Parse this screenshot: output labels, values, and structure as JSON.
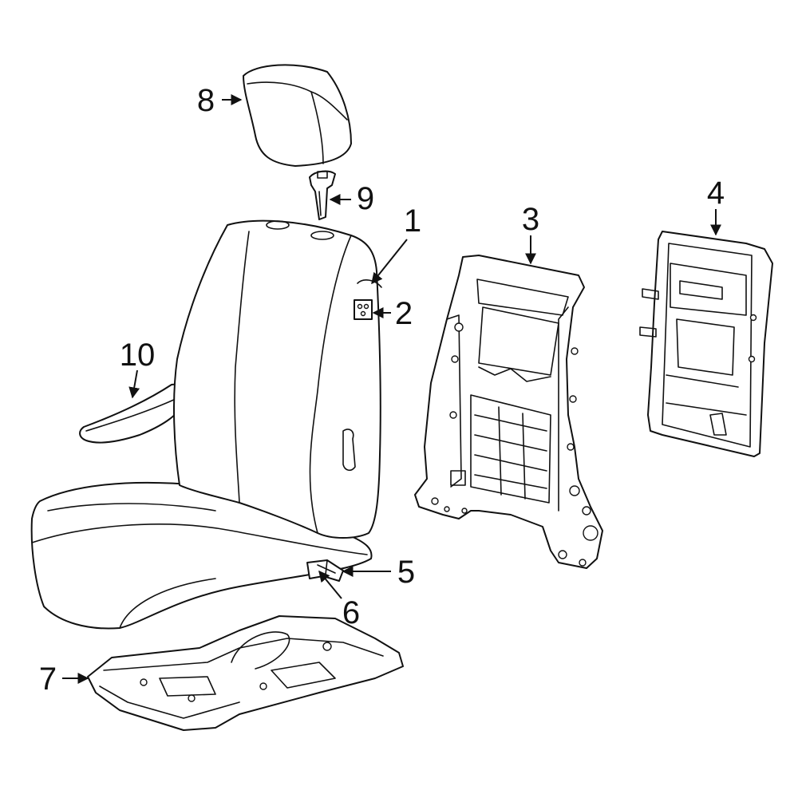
{
  "colors": {
    "highlight": "#3a5fc4",
    "line": "#111111",
    "background": "#ffffff"
  },
  "callouts": {
    "c1": "1",
    "c2": "2",
    "c3": "3",
    "c4": "4",
    "c5": "5",
    "c6": "6",
    "c7": "7",
    "c8": "8",
    "c9": "9",
    "c10": "10"
  }
}
